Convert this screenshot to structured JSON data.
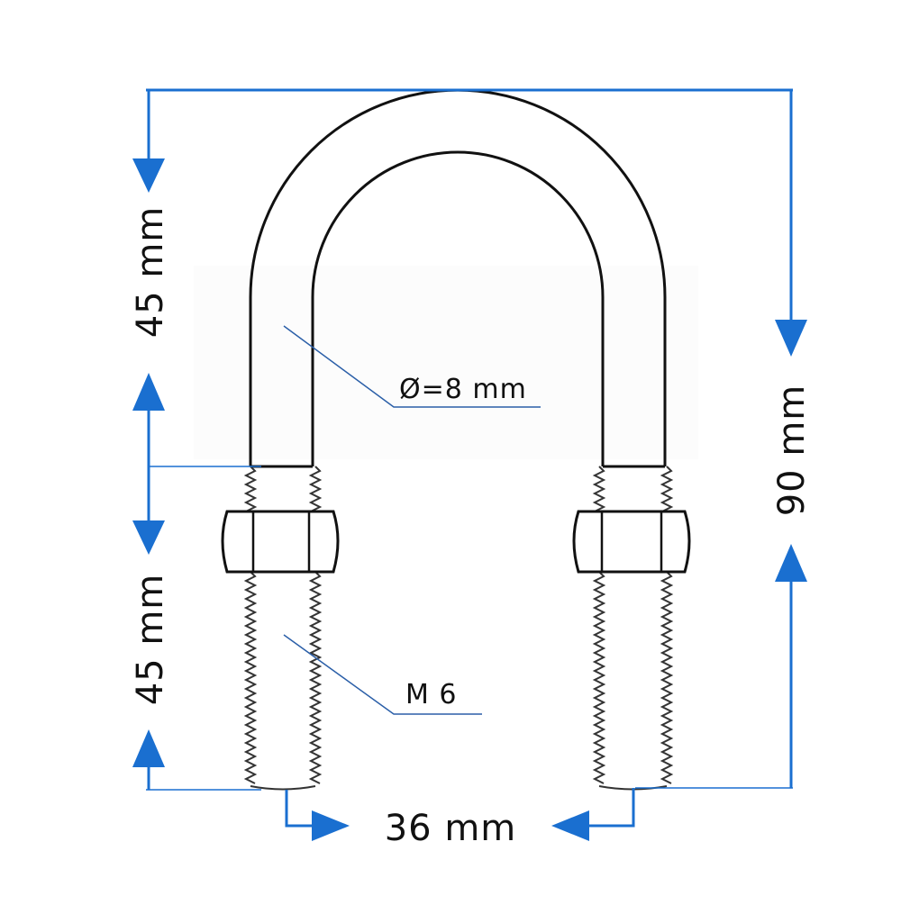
{
  "labels": {
    "upper_height": "45 mm",
    "lower_height": "45 mm",
    "total_height": "90 mm",
    "inner_width": "36 mm",
    "rod_diameter": "Ø=8 mm",
    "thread": "M 6"
  },
  "colors": {
    "dimension": "#1a6fd0",
    "outline": "#111111",
    "callout": "#2b5fa8",
    "thread": "#333333"
  }
}
